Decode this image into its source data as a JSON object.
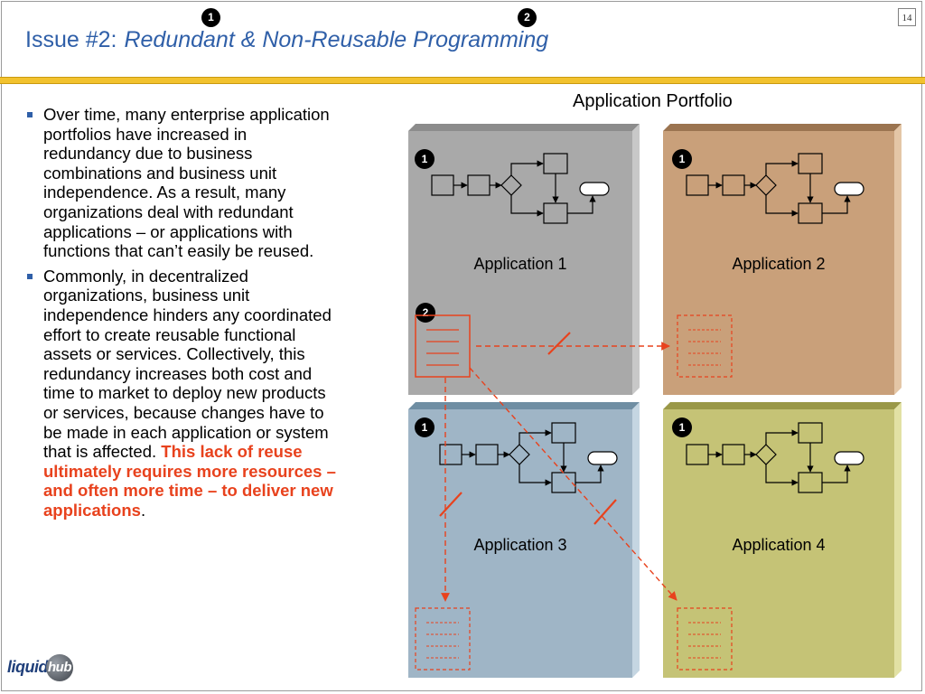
{
  "slide": {
    "title_prefix": "Issue #2:",
    "title_subject": "Redundant & Non-Reusable Programming",
    "page_number": "14",
    "top_callouts": [
      "1",
      "2"
    ]
  },
  "bullets": [
    {
      "text": "Over time, many enterprise application portfolios have increased in redundancy due to business combinations and business unit independence.  As a result, many organizations deal with redundant applications – or applications with functions that can’t easily be reused."
    },
    {
      "text": "Commonly, in decentralized organizations, business unit independence hinders any coordinated effort to create reusable functional assets or services.  Collectively, this redundancy increases both cost and time to market to deploy new products or services, because changes have to be made in each application or system that is affected.  ",
      "emphasis": "This lack of reuse ultimately requires more resources – and often more time – to deliver new applications",
      "trailing": "."
    }
  ],
  "diagram": {
    "title": "Application Portfolio",
    "applications": [
      {
        "label": "Application 1",
        "color": "#a9a9a9",
        "badge": "1"
      },
      {
        "label": "Application 2",
        "color": "#c9a07a",
        "badge": "1"
      },
      {
        "label": "Application 3",
        "color": "#9fb5c6",
        "badge": "1"
      },
      {
        "label": "Application 4",
        "color": "#c5c376",
        "badge": "1"
      }
    ],
    "component_badge": "2",
    "colors": {
      "accent_red": "#e8421d",
      "title_blue": "#2f5fa8",
      "gold_bar": "#f2c22e"
    }
  },
  "logo": {
    "text_main": "liquid",
    "text_ball": "hub"
  }
}
